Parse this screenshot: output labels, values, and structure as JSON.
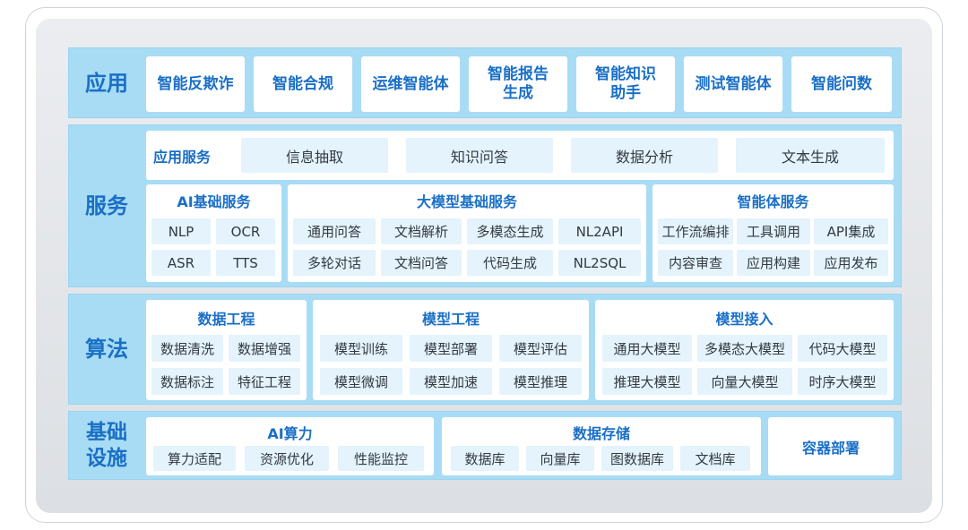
{
  "layers": {
    "app": {
      "label": "应用",
      "items": [
        "智能反欺诈",
        "智能合规",
        "运维智能体",
        "智能报告\n生成",
        "智能知识\n助手",
        "测试智能体",
        "智能问数"
      ]
    },
    "service": {
      "label": "服务",
      "app_service": {
        "title": "应用服务",
        "items": [
          "信息抽取",
          "知识问答",
          "数据分析",
          "文本生成"
        ]
      },
      "ai_base": {
        "title": "AI基础服务",
        "items": [
          "NLP",
          "OCR",
          "ASR",
          "TTS"
        ]
      },
      "llm_base": {
        "title": "大模型基础服务",
        "items": [
          "通用问答",
          "文档解析",
          "多模态生成",
          "NL2API",
          "多轮对话",
          "文档问答",
          "代码生成",
          "NL2SQL"
        ]
      },
      "agent": {
        "title": "智能体服务",
        "items": [
          "工作流编排",
          "工具调用",
          "API集成",
          "内容审查",
          "应用构建",
          "应用发布"
        ]
      }
    },
    "algorithm": {
      "label": "算法",
      "data_eng": {
        "title": "数据工程",
        "items": [
          "数据清洗",
          "数据增强",
          "数据标注",
          "特征工程"
        ]
      },
      "model_eng": {
        "title": "模型工程",
        "items": [
          "模型训练",
          "模型部署",
          "模型评估",
          "模型微调",
          "模型加速",
          "模型推理"
        ]
      },
      "model_access": {
        "title": "模型接入",
        "items": [
          "通用大模型",
          "多模态大模型",
          "代码大模型",
          "推理大模型",
          "向量大模型",
          "时序大模型"
        ]
      }
    },
    "infra": {
      "label": "基础\n设施",
      "compute": {
        "title": "AI算力",
        "items": [
          "算力适配",
          "资源优化",
          "性能监控"
        ]
      },
      "storage": {
        "title": "数据存储",
        "items": [
          "数据库",
          "向量库",
          "图数据库",
          "文档库"
        ]
      },
      "container": "容器部署"
    }
  },
  "colors": {
    "layer_bg": "#a8dcf4",
    "accent": "#1a6fc6",
    "chip_bg": "#e4f3fc"
  }
}
